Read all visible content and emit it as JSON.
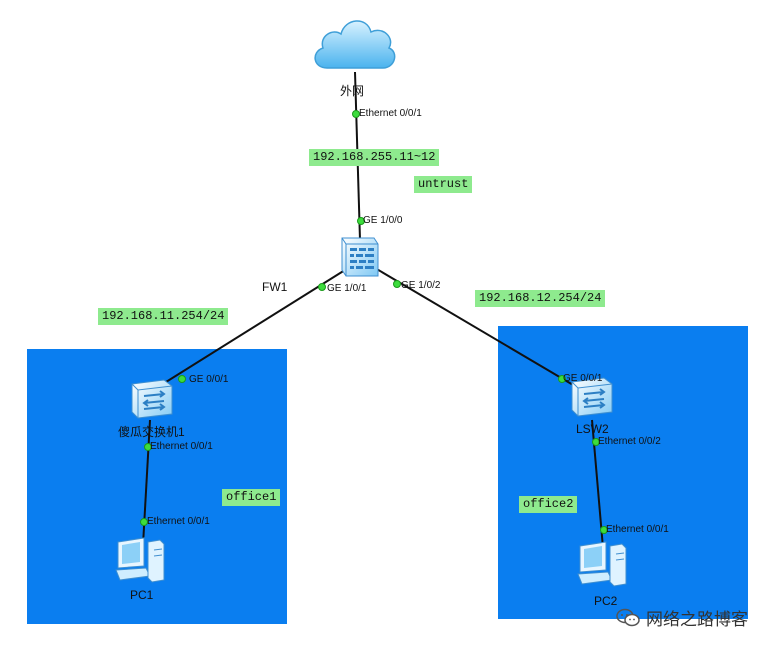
{
  "nodes": {
    "cloud": {
      "label": "外网"
    },
    "fw": {
      "label": "FW1"
    },
    "sw1": {
      "label": "傻瓜交换机1"
    },
    "sw2": {
      "label": "LSW2"
    },
    "pc1": {
      "label": "PC1"
    },
    "pc2": {
      "label": "PC2"
    }
  },
  "ports": {
    "cloud_eth": "Ethernet 0/0/1",
    "fw_ge100": "GE 1/0/0",
    "fw_ge101": "GE 1/0/1",
    "fw_ge102": "GE 1/0/2",
    "sw1_ge": "GE 0/0/1",
    "sw1_eth": "Ethernet 0/0/1",
    "pc1_eth": "Ethernet 0/0/1",
    "sw2_ge": "GE 0/0/1",
    "sw2_eth": "Ethernet 0/0/2",
    "pc2_eth": "Ethernet 0/0/1"
  },
  "tags": {
    "wan_ip": "192.168.255.11~12",
    "untrust": "untrust",
    "net1": "192.168.11.254/24",
    "net2": "192.168.12.254/24",
    "office1": "office1",
    "office2": "office2"
  },
  "watermark": "网络之路博客",
  "colors": {
    "zone": "#0a7ef0",
    "tag": "#8eea8e",
    "link": "#111111",
    "port_dot": "#3ddc3d"
  }
}
